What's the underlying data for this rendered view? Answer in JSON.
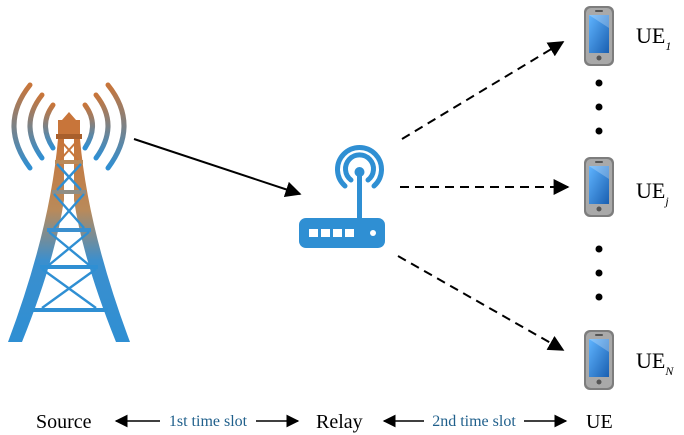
{
  "nodes": {
    "source_label": "Source",
    "relay_label": "Relay",
    "ue_label": "UE"
  },
  "links": {
    "first_slot": "1st time slot",
    "second_slot": "2nd time slot"
  },
  "users": [
    {
      "base": "UE",
      "sub": "1"
    },
    {
      "base": "UE",
      "sub": "j"
    },
    {
      "base": "UE",
      "sub": "N"
    }
  ],
  "colors": {
    "tower_blue": "#2f8fd3",
    "tower_orange": "#c8753a",
    "router_blue": "#2f8fd3",
    "slot_text": "#1f5f8b",
    "phone_body": "#8a8a8a",
    "phone_screen": "#2a7fd0"
  },
  "icons": {
    "source": "cell-tower-icon",
    "relay": "wifi-router-icon",
    "ue": "smartphone-icon"
  }
}
